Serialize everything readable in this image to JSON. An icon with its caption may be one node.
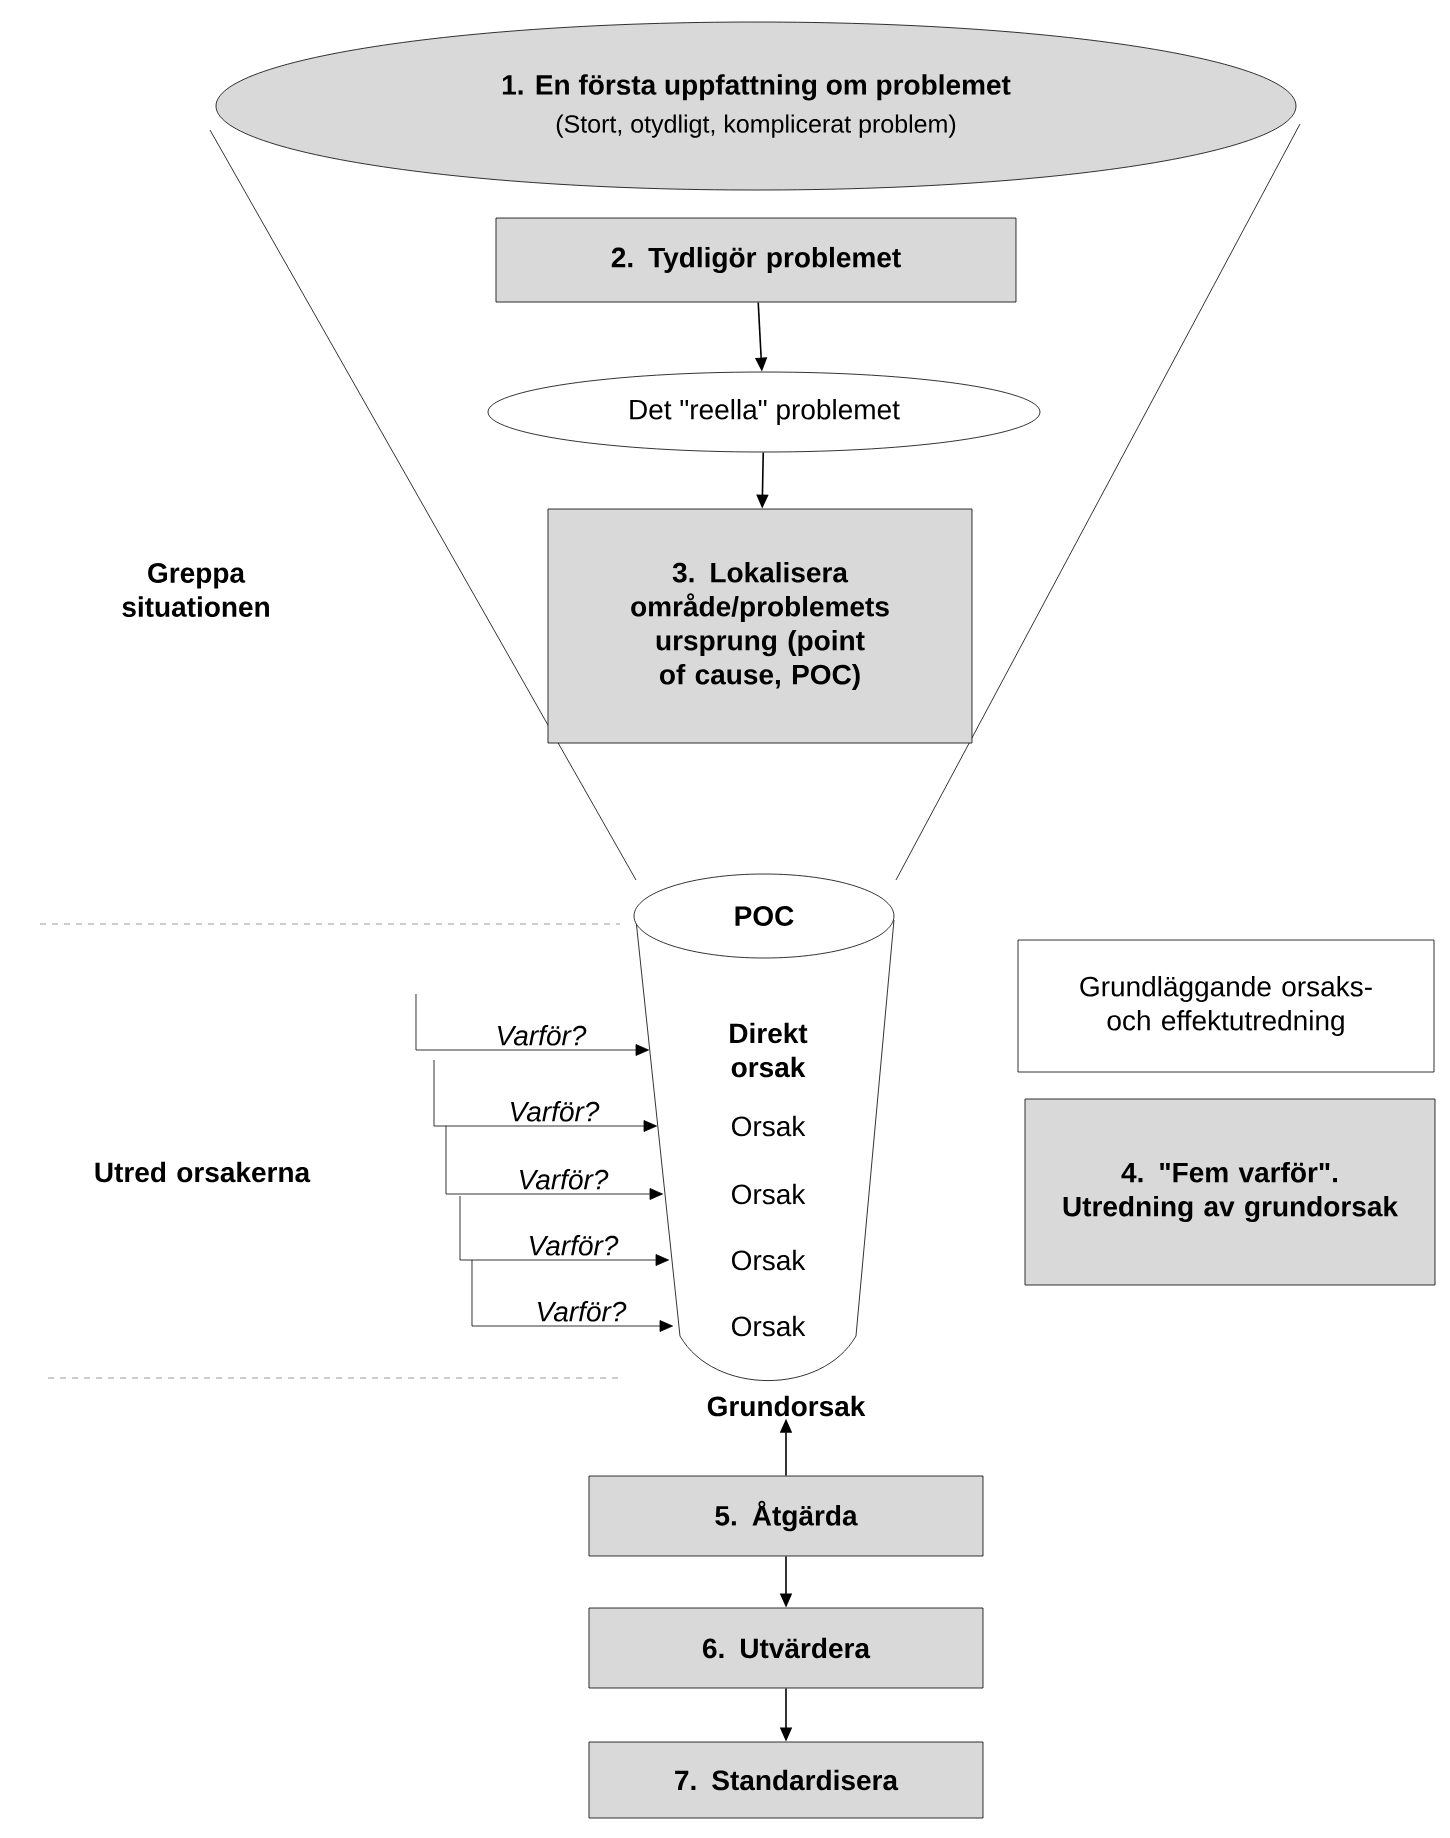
{
  "diagram": {
    "nodes": [
      {
        "text": [
          "1. En första uppfattning om problemet",
          "(Stort, otydligt, komplicerat problem)"
        ]
      },
      {
        "text": [
          "2. Tydligör problemet"
        ]
      },
      {
        "text": [
          "Det \"reella\" problemet"
        ]
      },
      {
        "text": [
          "3. Lokalisera område/problemets ursprung (point of cause, POC)"
        ]
      },
      {
        "text": [
          "POC"
        ]
      },
      {
        "text": [
          "Direkt orsak"
        ]
      },
      {
        "text": [
          "Orsak"
        ]
      },
      {
        "text": [
          "Orsak"
        ]
      },
      {
        "text": [
          "Orsak"
        ]
      },
      {
        "text": [
          "Orsak"
        ]
      },
      {
        "text": [
          "Grundorsak"
        ]
      },
      {
        "text": [
          "5. Åtgärda"
        ]
      },
      {
        "text": [
          "6. Utvärdera"
        ]
      },
      {
        "text": [
          "7. Standardisera"
        ]
      },
      {
        "text": [
          "Grundläggande orsaks- och effektutredning"
        ]
      },
      {
        "text": [
          "4. \"Fem varför\". Utredning av grundorsak"
        ]
      }
    ],
    "edges": [
      {
        "from": 1,
        "to": 2,
        "arrow": "to"
      },
      {
        "from": 2,
        "to": 3,
        "arrow": "to"
      },
      {
        "from": null,
        "to": 5,
        "arrow": "to",
        "label": "Varför?"
      },
      {
        "from": null,
        "to": 6,
        "arrow": "to",
        "label": "Varför?"
      },
      {
        "from": null,
        "to": 7,
        "arrow": "to",
        "label": "Varför?"
      },
      {
        "from": null,
        "to": 8,
        "arrow": "to",
        "label": "Varför?"
      },
      {
        "from": null,
        "to": 9,
        "arrow": "to",
        "label": "Varför?"
      },
      {
        "from": 11,
        "to": 10,
        "arrow": "to"
      },
      {
        "from": 11,
        "to": 12,
        "arrow": "to"
      },
      {
        "from": 12,
        "to": 13,
        "arrow": "to"
      }
    ],
    "labels": [
      "Greppa situationen",
      "Utred orsakerna"
    ]
  }
}
